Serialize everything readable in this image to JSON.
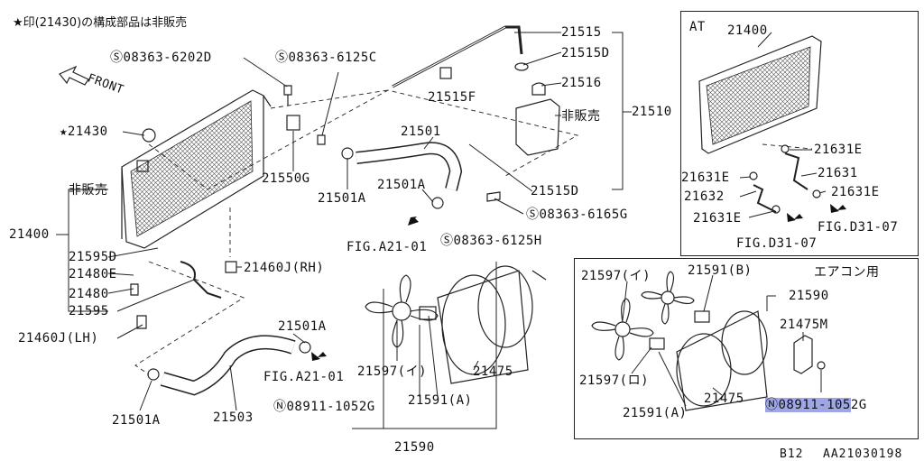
{
  "note": "★印(21430)の構成部品は非販売",
  "front_label": "FRONT",
  "parts": {
    "p08363_6202D": "08363-6202D",
    "p08363_6125C": "08363-6125C",
    "p21515": "21515",
    "p21515D_top": "21515D",
    "p21516": "21516",
    "p21510": "21510",
    "p21515F": "21515F",
    "hihanbai_tank": "非販売",
    "p21430": "★21430",
    "p21501_top": "21501",
    "p21550G": "21550G",
    "p21501A_1": "21501A",
    "p21501A_2": "21501A",
    "p21515D_bottom": "21515D",
    "p08363_6165G": "08363-6165G",
    "hihanbai_left": "非販売",
    "p21400": "21400",
    "fig_a21_01_top": "FIG.A21-01",
    "p08363_6125H": "08363-6125H",
    "p21595D": "21595D",
    "p21460J_rh": "21460J(RH)",
    "p21480E": "21480E",
    "p21480": "21480",
    "p21595": "21595",
    "p21460J_lh": "21460J(LH)",
    "p21501A_3": "21501A",
    "fig_a21_01_bottom": "FIG.A21-01",
    "p21501A_4": "21501A",
    "p21503": "21503",
    "p21597_i": "21597(イ)",
    "p21475": "21475",
    "p08911_1052G": "08911-1052G",
    "p21591_a": "21591(A)",
    "p21590": "21590"
  },
  "at_box": {
    "title": "AT",
    "p21400": "21400",
    "p21631E_1": "21631E",
    "p21631": "21631",
    "p21631E_2": "21631E",
    "p21632": "21632",
    "p21631E_3": "21631E",
    "p21631E_4": "21631E",
    "fig_d31_07_a": "FIG.D31-07",
    "fig_d31_07_b": "FIG.D31-07"
  },
  "ac_box": {
    "title": "エアコン用",
    "p21597_i": "21597(イ)",
    "p21591_b": "21591(B)",
    "p21590": "21590",
    "p21475M": "21475M",
    "p21597_ro": "21597(ロ)",
    "p21475": "21475",
    "p21591_a": "21591(A)",
    "p08911_highlight": "08911-105",
    "p08911_rest": "2G"
  },
  "footer": {
    "page": "B12",
    "code": "AA21030198"
  }
}
